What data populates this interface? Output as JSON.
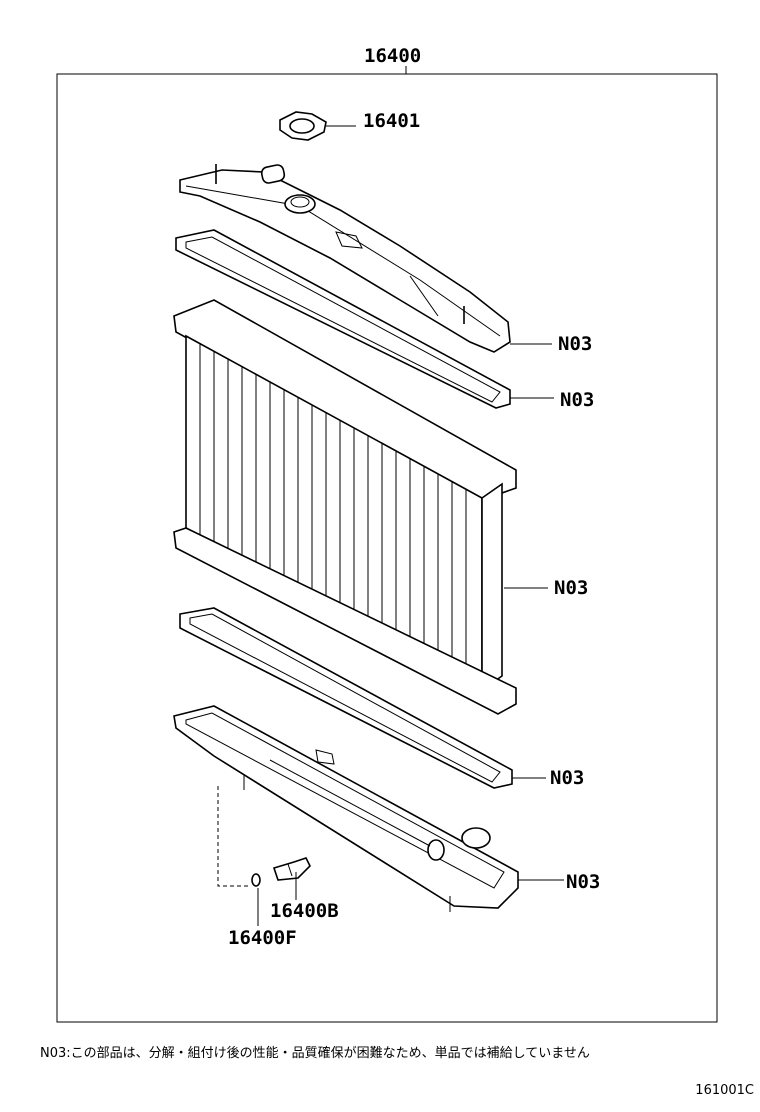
{
  "title_part": "16400",
  "parts": {
    "cap": "16401",
    "upper_tank": "N03",
    "upper_gasket": "N03",
    "core": "N03",
    "lower_gasket": "N03",
    "lower_tank": "N03",
    "drain_cock": "16400B",
    "oring": "16400F"
  },
  "footnote": "N03:この部品は、分解・組付け後の性能・品質確保が困難なため、単品では補給していません",
  "figure_code": "161001C"
}
